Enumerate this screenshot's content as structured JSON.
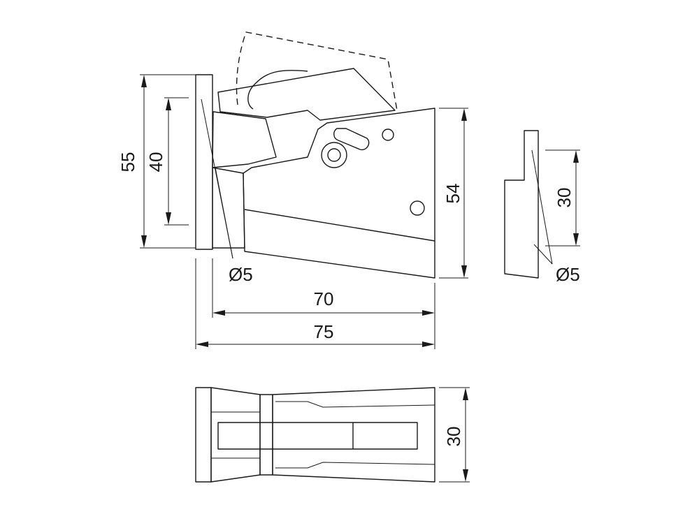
{
  "drawing": {
    "dimensions": {
      "front_height_total": "55",
      "front_height_inner": "40",
      "front_width_inner": "70",
      "front_width_total": "75",
      "front_height_right": "54",
      "front_hole_diameter": "Ø5",
      "side_height": "30",
      "side_hole_diameter": "Ø5",
      "bottom_height": "30"
    }
  }
}
